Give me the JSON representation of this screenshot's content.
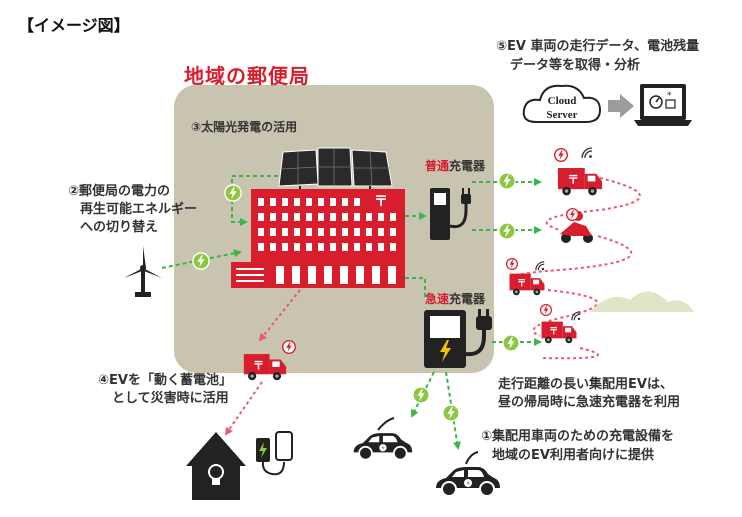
{
  "title": "【イメージ図】",
  "post_office": {
    "title": "地域の郵便局"
  },
  "labels": {
    "solar": "③太陽光発電の活用",
    "renewable_line1": "②郵便局の電力の",
    "renewable_line2": "再生可能エネルギー",
    "renewable_line3": "への切り替え",
    "cloud_line1": "⑤EV 車両の走行データ、電池残量",
    "cloud_line2": "データ等を取得・分析",
    "cloud_text_line1": "Cloud",
    "cloud_text_line2": "Server",
    "normal_charger_accent": "普通",
    "normal_charger_rest": "充電器",
    "fast_charger_accent": "急速",
    "fast_charger_rest": "充電器",
    "long_distance_line1": "走行距離の長い集配用EVは、",
    "long_distance_line2": "昼の帰局時に急速充電器を利用",
    "battery_line1": "④EVを「動く蓄電池」",
    "battery_line2": "として災害時に活用",
    "public_line1": "①集配用車両のための充電設備を",
    "public_line2": "地域のEV利用者向けに提供",
    "post_mark": "〒"
  },
  "colors": {
    "red": "#d81e2c",
    "green": "#3bb54a",
    "lime": "#8dc63f",
    "box": "#c8c4b0",
    "pink_dash": "#e85a6e",
    "dark": "#222222"
  },
  "icons": [
    "wind-turbine-icon",
    "solar-panel-icon",
    "post-office-building-icon",
    "normal-charger-icon",
    "fast-charger-icon",
    "cloud-server-icon",
    "laptop-icon",
    "ev-truck-icon",
    "ev-scooter-icon",
    "ev-car-icon",
    "house-icon",
    "battery-phone-icon",
    "hill-icon",
    "lightning-icon",
    "wifi-icon"
  ]
}
